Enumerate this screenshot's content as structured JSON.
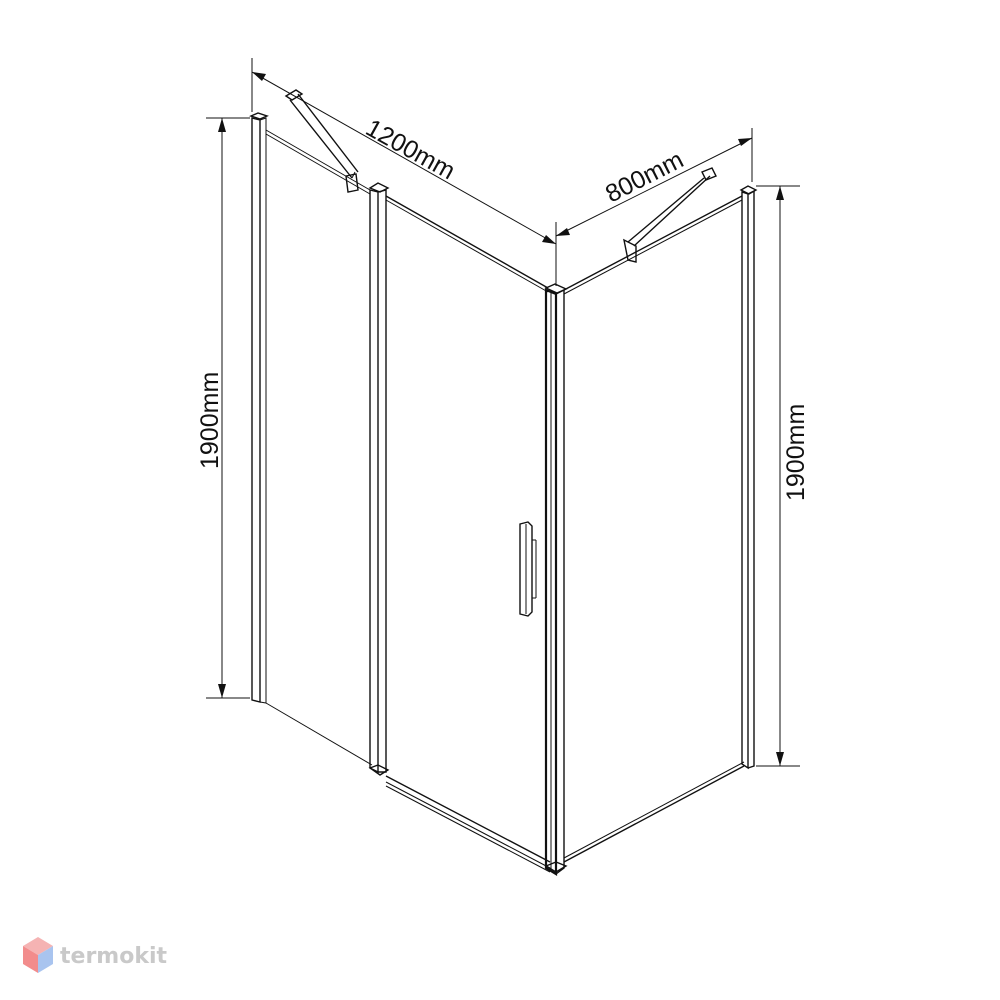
{
  "dimensions": {
    "width_main": "1200mm",
    "width_side": "800mm",
    "height_left": "1900mm",
    "height_right": "1900mm"
  },
  "watermark": {
    "brand": "termokit",
    "logo_icon": "hexagon-cube-icon"
  },
  "colors": {
    "line": "#111111",
    "watermark_text": "#c9c9c9",
    "logo_top": "#f5b3b3",
    "logo_left": "#f28c8c",
    "logo_right": "#a9c4ef"
  }
}
